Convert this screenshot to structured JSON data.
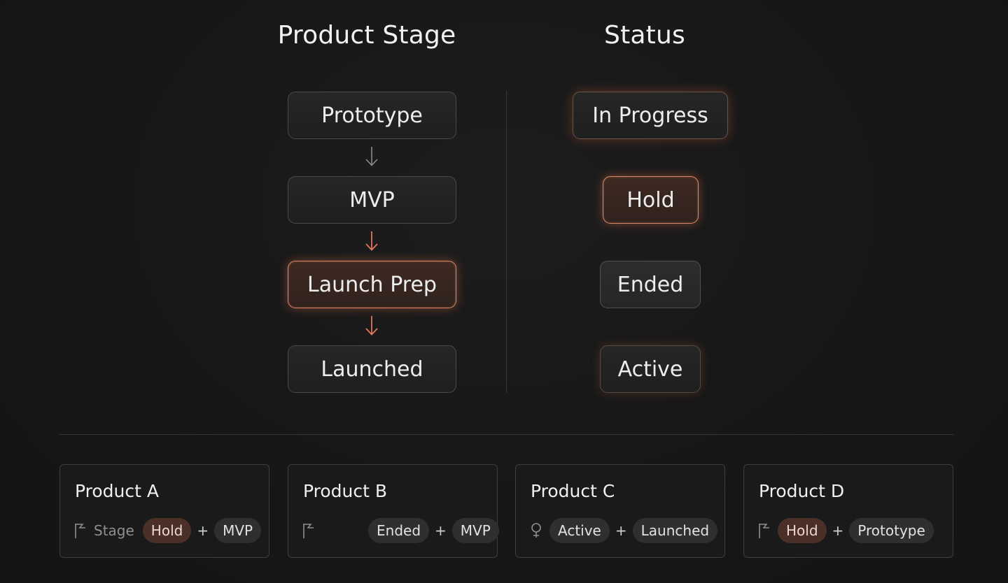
{
  "columns": {
    "stage_title": "Product Stage",
    "status_title": "Status"
  },
  "stages": [
    {
      "label": "Prototype",
      "highlighted": false
    },
    {
      "label": "MVP",
      "highlighted": false
    },
    {
      "label": "Launch Prep",
      "highlighted": true
    },
    {
      "label": "Launched",
      "highlighted": false
    }
  ],
  "stage_arrows": [
    {
      "from": "Prototype",
      "to": "MVP",
      "color": "#8a8a8a"
    },
    {
      "from": "MVP",
      "to": "Launch Prep",
      "color": "#e0775a"
    },
    {
      "from": "Launch Prep",
      "to": "Launched",
      "color": "#e0775a"
    }
  ],
  "statuses": [
    {
      "label": "In Progress",
      "style": "glow"
    },
    {
      "label": "Hold",
      "style": "accent"
    },
    {
      "label": "Ended",
      "style": "plain"
    },
    {
      "label": "Active",
      "style": "glow"
    }
  ],
  "products": [
    {
      "name": "Product A",
      "icon": "flag-icon",
      "label": "Stage",
      "status": "Hold",
      "plus": "+",
      "stage": "MVP"
    },
    {
      "name": "Product B",
      "icon": "flag-icon",
      "label": "",
      "status": "Ended",
      "plus": "+",
      "stage": "MVP"
    },
    {
      "name": "Product C",
      "icon": "pin-icon",
      "label": "",
      "status": "Active",
      "plus": "+",
      "stage": "Launched"
    },
    {
      "name": "Product D",
      "icon": "flag-icon",
      "label": "",
      "status": "Hold",
      "plus": "+",
      "stage": "Prototype"
    }
  ],
  "colors": {
    "background": "#161616",
    "accent": "#e0775a",
    "accent_border": "#d98a68",
    "node_border": "#4a4a4a",
    "warm_pill": "#4a3026",
    "pill": "#2f2f2f"
  }
}
